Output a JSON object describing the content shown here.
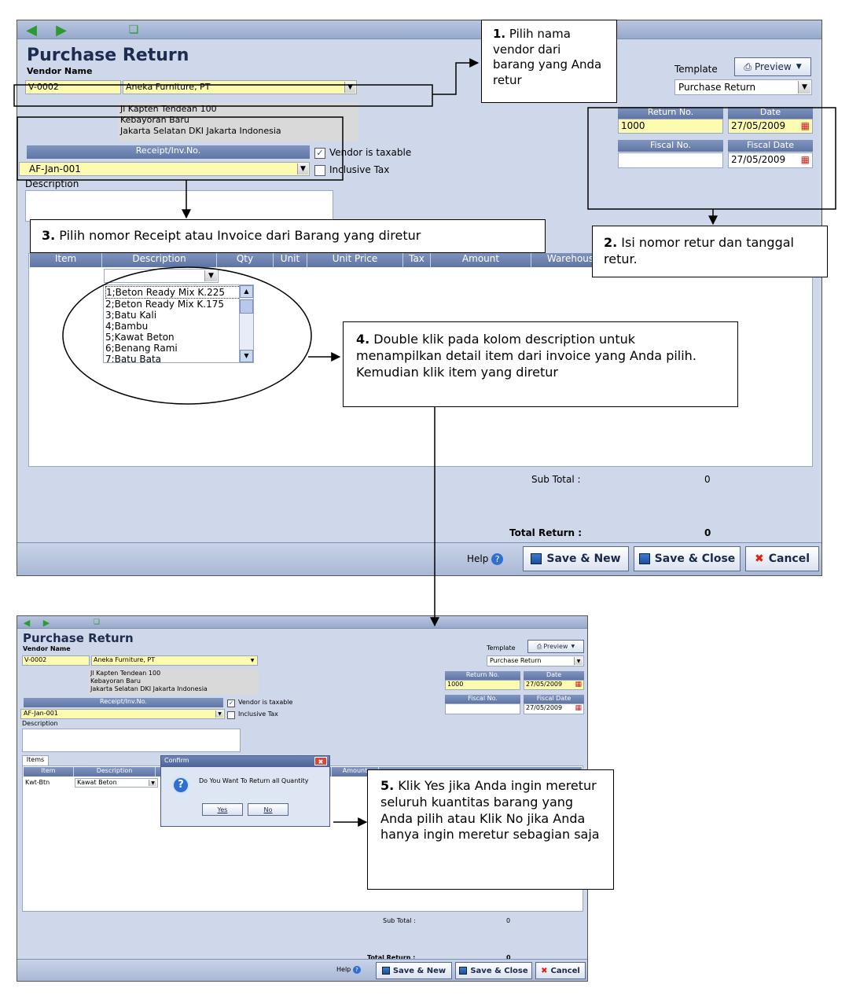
{
  "window1": {
    "title": "Purchase Return",
    "vendor_label": "Vendor Name",
    "vendor_id": "V-0002",
    "vendor_name": "Aneka Furniture, PT",
    "address": [
      "Jl Kapten Tendean 100",
      "Kebayoran Baru",
      "Jakarta Selatan DKI Jakarta Indonesia"
    ],
    "receipt_label": "Receipt/Inv.No.",
    "receipt_value": "AF-Jan-001",
    "vendor_taxable": "Vendor is taxable",
    "inclusive_tax": "Inclusive Tax",
    "description_label": "Description",
    "template_label": "Template",
    "preview_button": "Preview",
    "template_value": "Purchase Return",
    "return_no_label": "Return No.",
    "return_no": "1000",
    "date_label": "Date",
    "date": "27/05/2009",
    "fiscal_no_label": "Fiscal No.",
    "fiscal_no": "",
    "fiscal_date_label": "Fiscal Date",
    "fiscal_date": "27/05/2009",
    "columns": [
      "Item",
      "Description",
      "Qty",
      "Unit",
      "Unit Price",
      "Tax",
      "Amount",
      "Warehous"
    ],
    "dropdown_items": [
      "1;Beton Ready Mix K.225",
      "2;Beton Ready Mix K.175",
      "3;Batu Kali",
      "4;Bambu",
      "5;Kawat Beton",
      "6;Benang Rami",
      "7;Batu Bata"
    ],
    "subtotal_label": "Sub Total :",
    "subtotal": "0",
    "total_label": "Total Return :",
    "total": "0",
    "help": "Help",
    "save_new": "Save & New",
    "save_close": "Save & Close",
    "cancel": "Cancel"
  },
  "window2": {
    "title": "Purchase Return",
    "vendor_label": "Vendor Name",
    "vendor_id": "V-0002",
    "vendor_name": "Aneka Furniture, PT",
    "address": [
      "Jl Kapten Tendean 100",
      "Kebayoran Baru",
      "Jakarta Selatan DKI Jakarta Indonesia"
    ],
    "receipt_label": "Receipt/Inv.No.",
    "receipt_value": "AF-Jan-001",
    "vendor_taxable": "Vendor is taxable",
    "inclusive_tax": "Inclusive Tax",
    "description_label": "Description",
    "template_label": "Template",
    "preview_button": "Preview",
    "template_value": "Purchase Return",
    "return_no_label": "Return No.",
    "return_no": "1000",
    "date_label": "Date",
    "date": "27/05/2009",
    "fiscal_no_label": "Fiscal No.",
    "fiscal_date_label": "Fiscal Date",
    "fiscal_date": "27/05/2009",
    "tab_items": "Items",
    "col_item": "Item",
    "col_description": "Description",
    "col_amount": "Amount",
    "row_item": "Kwt-Btn",
    "row_description": "Kawat Beton",
    "confirm_title": "Confirm",
    "confirm_message": "Do You Want To Return all Quantity",
    "yes": "Yes",
    "no": "No",
    "subtotal_label": "Sub Total :",
    "subtotal": "0",
    "total_label": "Total Return :",
    "total": "0",
    "help": "Help",
    "save_new": "Save & New",
    "save_close": "Save & Close",
    "cancel": "Cancel"
  },
  "callouts": {
    "c1_num": "1.",
    "c1_text": " Pilih nama vendor dari barang yang Anda retur",
    "c2_num": "2.",
    "c2_text": " Isi nomor retur dan tanggal retur.",
    "c3_num": "3.",
    "c3_text": " Pilih nomor Receipt atau Invoice dari Barang yang diretur",
    "c4_num": "4.",
    "c4_text": " Double klik pada kolom description untuk menampilkan detail item dari invoice yang Anda pilih. Kemudian klik item yang diretur",
    "c5_num": "5.",
    "c5_text": " Klik Yes jika Anda ingin meretur seluruh kuantitas barang yang Anda pilih atau Klik No jika Anda hanya ingin meretur sebagian saja"
  },
  "colors": {
    "window_bg": "#cfd8ea",
    "header_blue": "#5f76a5",
    "field_yellow": "#fdfbb0"
  }
}
